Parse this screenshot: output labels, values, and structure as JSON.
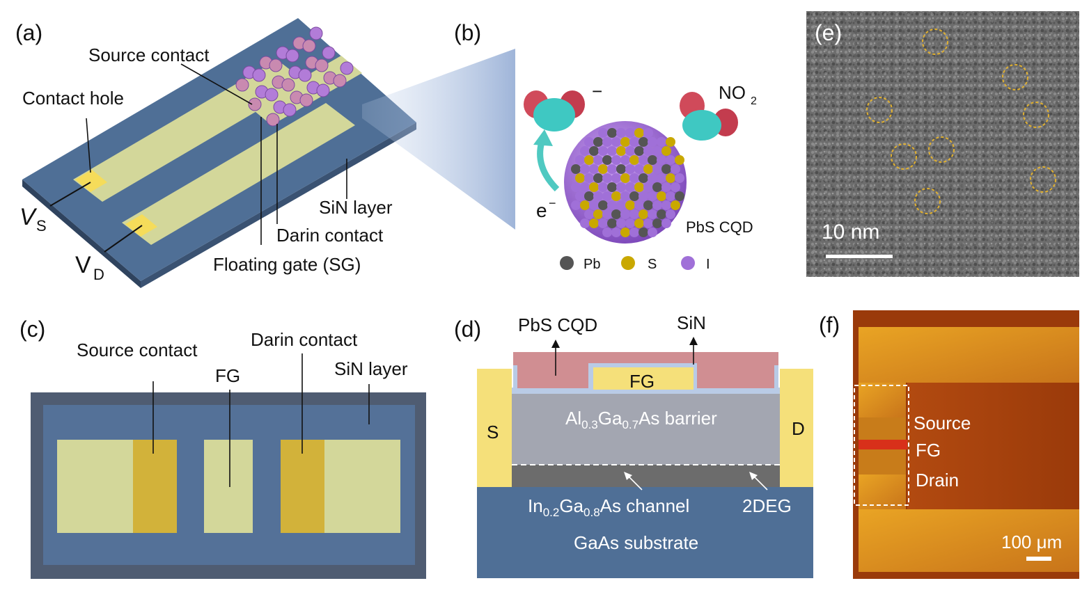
{
  "panels": {
    "a": {
      "tag": "(a)",
      "source_contact": "Source contact",
      "contact_hole": "Contact hole",
      "sin_layer": "SiN layer",
      "drain_contact": "Darin contact",
      "floating_gate": "Floating gate (SG)",
      "vs_main": "V",
      "vs_sub": "S",
      "vd_main": "V",
      "vd_sub": "D"
    },
    "b": {
      "tag": "(b)",
      "minus": "−",
      "no2_main": "NO",
      "no2_sub": "2",
      "electron": "e",
      "electron_sup": "−",
      "pbs_cqd": "PbS CQD",
      "legend": [
        {
          "label": "Pb",
          "color": "#555555"
        },
        {
          "label": "S",
          "color": "#c9a800"
        },
        {
          "label": "I",
          "color": "#a070d8"
        }
      ]
    },
    "c": {
      "tag": "(c)",
      "source_contact": "Source contact",
      "fg": "FG",
      "drain_contact": "Darin contact",
      "sin_layer": "SiN layer"
    },
    "d": {
      "tag": "(d)",
      "pbs_cqd": "PbS CQD",
      "sin": "SiN",
      "fg": "FG",
      "s": "S",
      "d": "D",
      "barrier": {
        "p1": "Al",
        "s1": "0.3",
        "p2": "Ga",
        "s2": "0.7",
        "p3": "As barrier"
      },
      "channel": {
        "p1": "In",
        "s1": "0.2",
        "p2": "Ga",
        "s2": "0.8",
        "p3": "As channel"
      },
      "twodeg": "2DEG",
      "substrate": "GaAs substrate"
    },
    "e": {
      "tag": "(e)",
      "scale": "10 nm"
    },
    "f": {
      "tag": "(f)",
      "source": "Source",
      "fg": "FG",
      "drain": "Drain",
      "scale": "100 μm"
    }
  },
  "colors": {
    "substrate_blue": "#4f6f96",
    "contact_yellow": "#d8dc9a",
    "gold": "#d2b23a",
    "pad_yellow": "#f5e07a",
    "sin_pink": "#d08e92",
    "barrier_gray": "#a3a6b1",
    "tem_gray": "#6a6a6a",
    "optical_orange": "#d88a18"
  }
}
